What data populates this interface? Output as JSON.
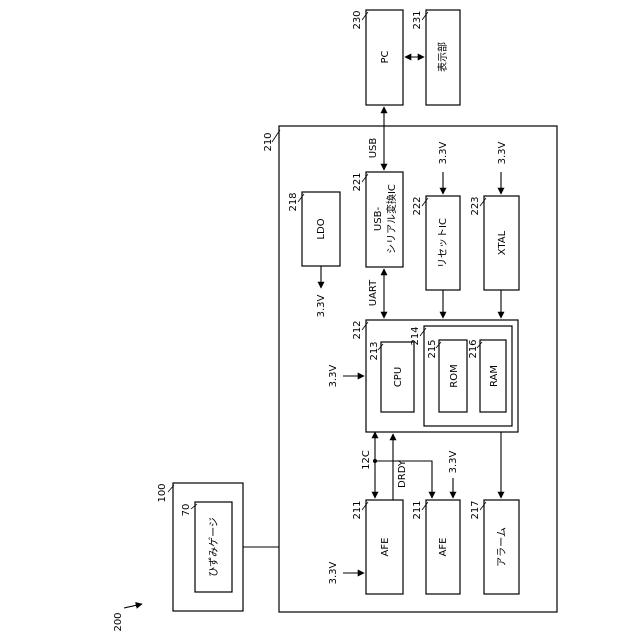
{
  "figure_ref": "200",
  "system_ref": "210",
  "sensor_unit": {
    "ref": "100",
    "gauge_ref": "70",
    "gauge_label": "ひずみゲージ"
  },
  "pc": {
    "ref": "230",
    "label": "PC"
  },
  "display": {
    "ref": "231",
    "label": "表示部"
  },
  "ldo": {
    "ref": "218",
    "label": "LDO"
  },
  "usb_ic": {
    "ref": "221",
    "line1": "USB-",
    "line2": "シリアル変換IC"
  },
  "reset_ic": {
    "ref": "222",
    "label": "リセットIC"
  },
  "xtal": {
    "ref": "223",
    "label": "XTAL"
  },
  "mcu": {
    "ref": "212"
  },
  "cpu": {
    "ref": "213",
    "label": "CPU"
  },
  "memory": {
    "ref": "214"
  },
  "rom": {
    "ref": "215",
    "label": "ROM"
  },
  "ram": {
    "ref": "216",
    "label": "RAM"
  },
  "afe1": {
    "ref": "211",
    "label": "AFE"
  },
  "afe2": {
    "ref": "211",
    "label": "AFE"
  },
  "alarm": {
    "ref": "217",
    "label": "アラーム"
  },
  "signals": {
    "usb": "USB",
    "uart": "UART",
    "i2c": "12C",
    "drdy": "DRDY",
    "v_reset": "3.3V",
    "v_xtal": "3.3V",
    "v_ldo": "3.3V",
    "v_mcu": "3.3V",
    "v_afe1": "3.3V",
    "v_afe2": "3.3V"
  }
}
